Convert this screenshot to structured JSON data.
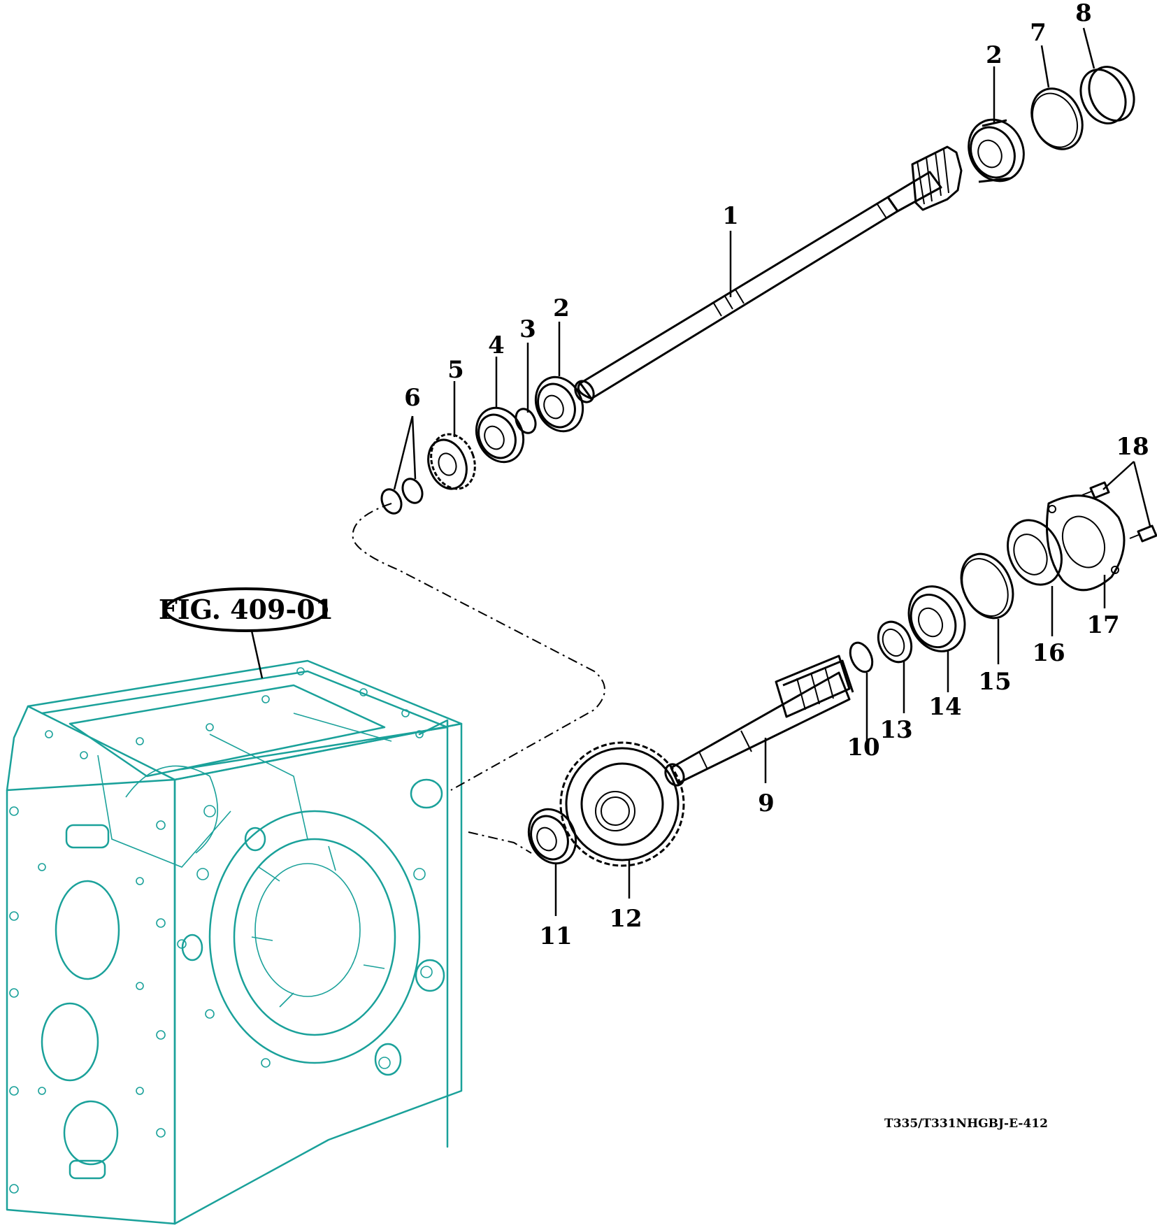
{
  "figure_reference": "FIG. 409-01",
  "drawing_code": "T335/T331NHGBJ-E-412",
  "colors": {
    "housing": "#1aa19a",
    "parts": "#000000",
    "background": "#ffffff"
  },
  "callouts": [
    "1",
    "2",
    "2",
    "3",
    "4",
    "5",
    "6",
    "7",
    "8",
    "9",
    "10",
    "11",
    "12",
    "13",
    "14",
    "15",
    "16",
    "17",
    "18"
  ]
}
